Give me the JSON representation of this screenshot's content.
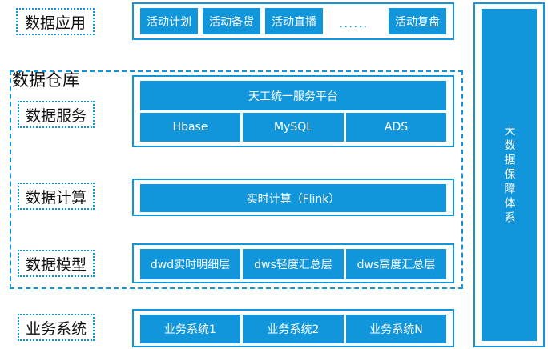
{
  "layers": {
    "app": {
      "label": "数据应用",
      "items": [
        "活动计划",
        "活动备货",
        "活动直播",
        "活动复盘"
      ],
      "ellipsis": "......"
    },
    "warehouse": {
      "title": "数据仓库",
      "service": {
        "label": "数据服务",
        "platform": "天工统一服务平台",
        "stores": [
          "Hbase",
          "MySQL",
          "ADS"
        ]
      },
      "compute": {
        "label": "数据计算",
        "item": "实时计算（Flink）"
      },
      "model": {
        "label": "数据模型",
        "items": [
          "dwd实时明细层",
          "dws轻度汇总层",
          "dws高度汇总层"
        ]
      }
    },
    "business": {
      "label": "业务系统",
      "items": [
        "业务系统1",
        "业务系统2",
        "业务系统N"
      ]
    }
  },
  "side_panel": {
    "label": "大数据保障体系"
  },
  "colors": {
    "accent": "#1296db",
    "text": "#111111"
  }
}
